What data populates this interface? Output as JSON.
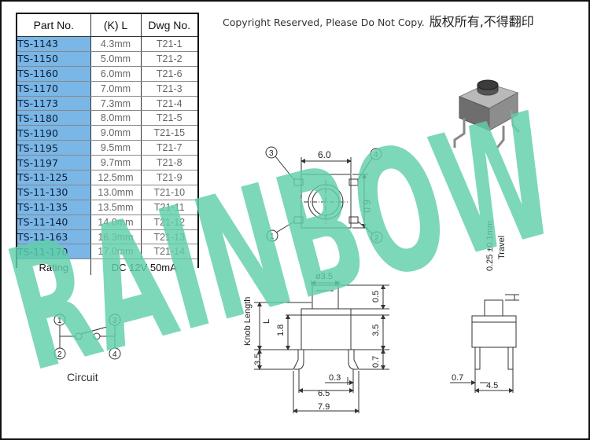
{
  "table": {
    "headers": [
      "Part No.",
      "(K) L",
      "Dwg No."
    ],
    "rows": [
      {
        "part": "TS-1143",
        "length": "4.3mm",
        "dwg": "T21-1"
      },
      {
        "part": "TS-1150",
        "length": "5.0mm",
        "dwg": "T21-2"
      },
      {
        "part": "TS-1160",
        "length": "6.0mm",
        "dwg": "T21-6"
      },
      {
        "part": "TS-1170",
        "length": "7.0mm",
        "dwg": "T21-3"
      },
      {
        "part": "TS-1173",
        "length": "7.3mm",
        "dwg": "T21-4"
      },
      {
        "part": "TS-1180",
        "length": "8.0mm",
        "dwg": "T21-5"
      },
      {
        "part": "TS-1190",
        "length": "9.0mm",
        "dwg": "T21-15"
      },
      {
        "part": "TS-1195",
        "length": "9.5mm",
        "dwg": "T21-7"
      },
      {
        "part": "TS-1197",
        "length": "9.7mm",
        "dwg": "T21-8"
      },
      {
        "part": "TS-11-125",
        "length": "12.5mm",
        "dwg": "T21-9"
      },
      {
        "part": "TS-11-130",
        "length": "13.0mm",
        "dwg": "T21-10"
      },
      {
        "part": "TS-11-135",
        "length": "13.5mm",
        "dwg": "T21-11"
      },
      {
        "part": "TS-11-140",
        "length": "14.0mm",
        "dwg": "T21-12"
      },
      {
        "part": "TS-11-163",
        "length": "16.3mm",
        "dwg": "T21-13"
      },
      {
        "part": "TS-11-170",
        "length": "17.0mm",
        "dwg": "T21-14"
      }
    ],
    "rating_label": "Rating",
    "rating_value": "DC 12V 50mA"
  },
  "copyright": {
    "text": "Copyright Reserved, Please Do Not Copy.",
    "chinese": "版权所有,不得翻印"
  },
  "watermark": "RAINBOW",
  "watermark_color": "#5fcfa8",
  "top_view": {
    "width_label": "6.0",
    "height_label": "6.0",
    "pins": [
      "1",
      "2",
      "3",
      "4"
    ]
  },
  "side_view": {
    "diameter": "ø3.5",
    "knob_length": "Knob Length",
    "L": "L",
    "dims": [
      "1.8",
      "0.5",
      "3.5",
      "3.5",
      "0.7",
      "0.3",
      "6.5",
      "7.9"
    ]
  },
  "front_view": {
    "travel": "0.25 ±0.1mm",
    "travel_label": "Travel",
    "dims": [
      "0.7",
      "4.5"
    ]
  },
  "circuit": {
    "label": "Circuit",
    "pins": [
      "1",
      "2",
      "3",
      "4"
    ]
  }
}
